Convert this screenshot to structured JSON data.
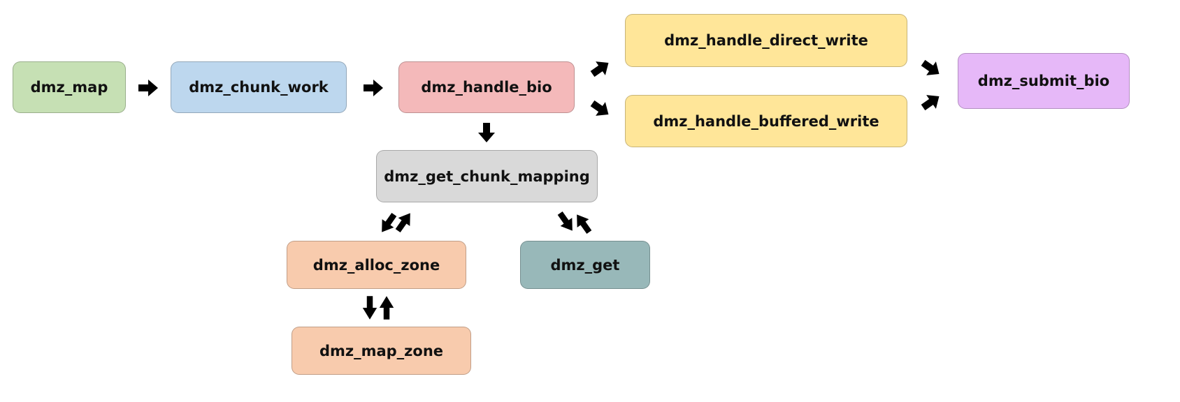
{
  "nodes": [
    {
      "id": "dmz_map",
      "label": "dmz_map",
      "color": "#c6e0b4"
    },
    {
      "id": "dmz_chunk_work",
      "label": "dmz_chunk_work",
      "color": "#bdd7ee"
    },
    {
      "id": "dmz_handle_bio",
      "label": "dmz_handle_bio",
      "color": "#f4b9ba"
    },
    {
      "id": "dmz_handle_direct_write",
      "label": "dmz_handle_direct_write",
      "color": "#ffe699"
    },
    {
      "id": "dmz_handle_buffered_write",
      "label": "dmz_handle_buffered_write",
      "color": "#ffe699"
    },
    {
      "id": "dmz_submit_bio",
      "label": "dmz_submit_bio",
      "color": "#e6b8f8"
    },
    {
      "id": "dmz_get_chunk_mapping",
      "label": "dmz_get_chunk_mapping",
      "color": "#d9d9d9"
    },
    {
      "id": "dmz_alloc_zone",
      "label": "dmz_alloc_zone",
      "color": "#f8cbad"
    },
    {
      "id": "dmz_get",
      "label": "dmz_get",
      "color": "#98b8b9"
    },
    {
      "id": "dmz_map_zone",
      "label": "dmz_map_zone",
      "color": "#f8cbad"
    }
  ],
  "edges": [
    {
      "from": "dmz_map",
      "to": "dmz_chunk_work"
    },
    {
      "from": "dmz_chunk_work",
      "to": "dmz_handle_bio"
    },
    {
      "from": "dmz_handle_bio",
      "to": "dmz_handle_direct_write"
    },
    {
      "from": "dmz_handle_bio",
      "to": "dmz_handle_buffered_write"
    },
    {
      "from": "dmz_handle_direct_write",
      "to": "dmz_submit_bio"
    },
    {
      "from": "dmz_handle_buffered_write",
      "to": "dmz_submit_bio"
    },
    {
      "from": "dmz_handle_bio",
      "to": "dmz_get_chunk_mapping"
    },
    {
      "from": "dmz_get_chunk_mapping",
      "to": "dmz_alloc_zone",
      "bidirectional": true
    },
    {
      "from": "dmz_get_chunk_mapping",
      "to": "dmz_get",
      "bidirectional": true
    },
    {
      "from": "dmz_alloc_zone",
      "to": "dmz_map_zone",
      "bidirectional": true
    }
  ]
}
